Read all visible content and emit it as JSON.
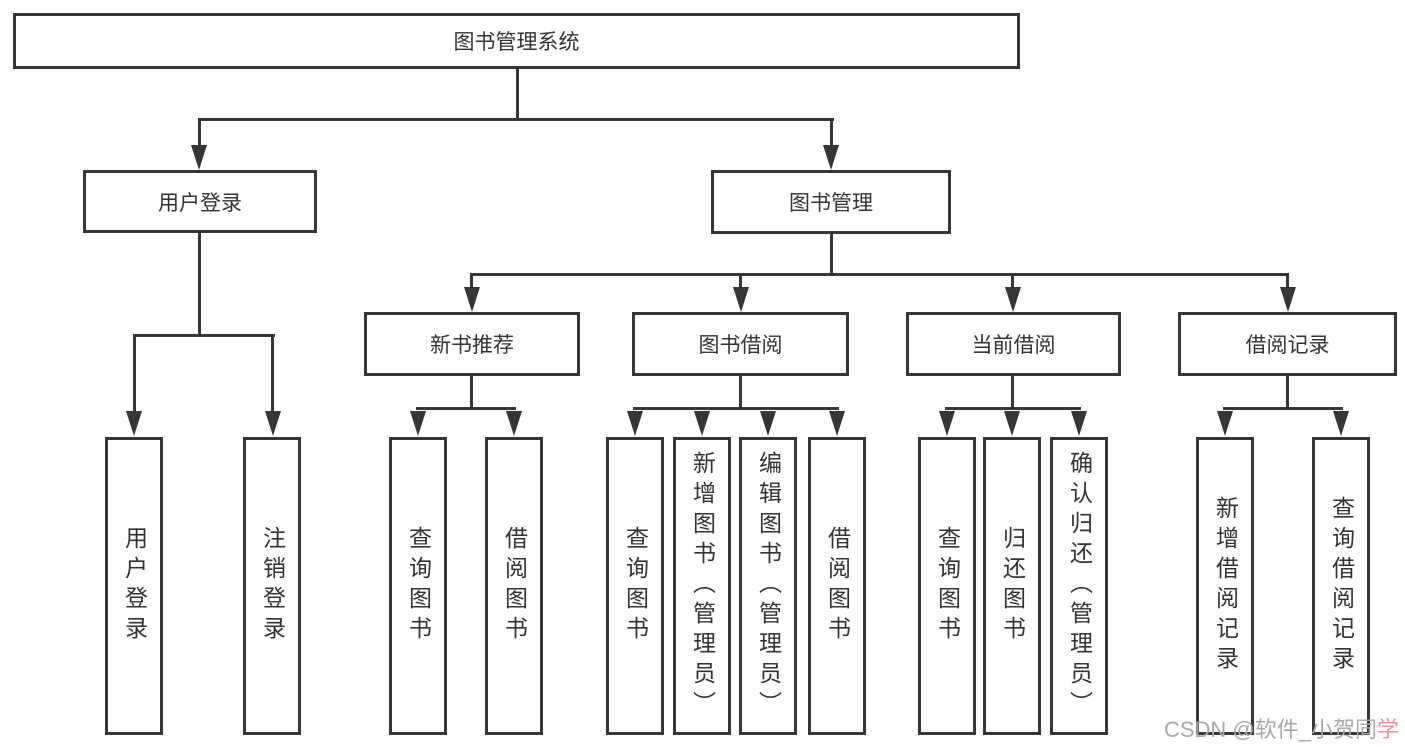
{
  "colors": {
    "line": "#363636",
    "text": "#333333",
    "background": "#ffffff",
    "watermark_gray": "#a9a9a9",
    "watermark_accent": "#e8919f"
  },
  "tree": {
    "label": "图书管理系统",
    "children": [
      {
        "label": "用户登录",
        "children": [
          {
            "label": "用户登录"
          },
          {
            "label": "注销登录"
          }
        ]
      },
      {
        "label": "图书管理",
        "children": [
          {
            "label": "新书推荐",
            "children": [
              {
                "label": "查询图书"
              },
              {
                "label": "借阅图书"
              }
            ]
          },
          {
            "label": "图书借阅",
            "children": [
              {
                "label": "查询图书"
              },
              {
                "label": "新增图书（管理员）"
              },
              {
                "label": "编辑图书（管理员）"
              },
              {
                "label": "借阅图书"
              }
            ]
          },
          {
            "label": "当前借阅",
            "children": [
              {
                "label": "查询图书"
              },
              {
                "label": "归还图书"
              },
              {
                "label": "确认归还（管理员）"
              }
            ]
          },
          {
            "label": "借阅记录",
            "children": [
              {
                "label": "新增借阅记录"
              },
              {
                "label": "查询借阅记录"
              }
            ]
          }
        ]
      }
    ]
  },
  "watermark": {
    "prefix": "CSDN @软件_小贺同",
    "accent": "学"
  }
}
